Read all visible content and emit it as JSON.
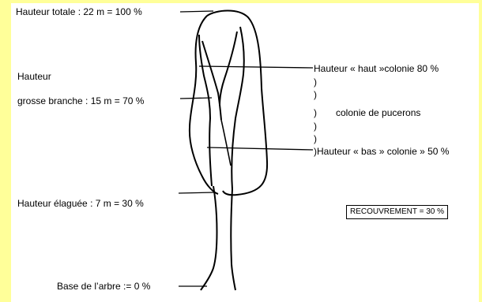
{
  "labels": {
    "total_height": "Hauteur totale : 22 m = 100 %",
    "height_word": "Hauteur",
    "big_branch": "grosse branche : 15 m = 70 %",
    "pruned_height": "Hauteur élaguée : 7 m = 30 %",
    "base": "Base de l’arbre := 0 %",
    "colony_high": "Hauteur  « haut »colonie 80 %",
    "paren": ")",
    "colony_name": "colonie de pucerons",
    "colony_low": ")Hauteur « bas » colonie » 50 %",
    "recouvrement": "RECOUVREMENT = 30 %"
  },
  "colors": {
    "margin_strip": "#ffff99",
    "ink": "#000000"
  },
  "levels_percent": {
    "total": 100,
    "colony_high": 80,
    "big_branch": 70,
    "colony_low": 50,
    "pruned": 30,
    "base": 0
  }
}
